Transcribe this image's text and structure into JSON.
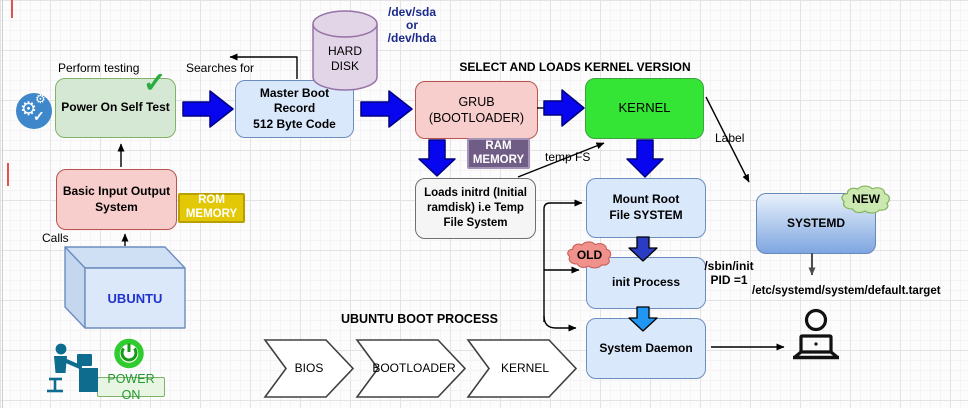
{
  "diagram_title": "UBUNTU BOOT PROCESS",
  "header": "SELECT AND LOADS KERNEL VERSION",
  "nodes": {
    "post": "Power On Self Test",
    "mbr": "Master Boot Record\n512 Byte Code",
    "hard_disk": "HARD\nDISK",
    "grub": "GRUB\n(BOOTLOADER)",
    "kernel": "KERNEL",
    "ram_memory": "RAM\nMEMORY",
    "loads_initrd": "Loads initrd (Initial\nramdisk) i.e Temp\nFile System",
    "mount_root": "Mount Root\nFile SYSTEM",
    "init_process": "init Process",
    "system_daemon": "System Daemon",
    "systemd": "SYSTEMD",
    "bios": "Basic Input Output\nSystem",
    "rom_memory": "ROM\nMEMORY",
    "ubuntu": "UBUNTU",
    "power_on": "POWER ON"
  },
  "labels": {
    "perform_testing": "Perform testing",
    "searches_for": "Searches for",
    "dev_path": "/dev/sda\nor\n/dev/hda",
    "temp_fs": "temp FS",
    "label": "Label",
    "calls": "Calls",
    "sbin_init": "/sbin/init\nPID =1",
    "default_target": "/etc/systemd/system/default.target",
    "old": "OLD",
    "new": "NEW",
    "check": "✓"
  },
  "chevrons": [
    "BIOS",
    "BOOTLOADER",
    "KERNEL"
  ],
  "icons": {
    "gear_badge": "⚙",
    "gear_small": "⚙",
    "gear_check": "✓"
  },
  "palette": {
    "arrow_blue": "#0806ee",
    "arrow_outline": "#000080",
    "node_green": "#d5e8d4",
    "node_blue": "#dae8fc",
    "node_pink": "#f8cecc",
    "kernel_green": "#35e535",
    "systemd_blue": "#7ea6e0",
    "ram_purple": "#6f5d85",
    "rom_yellow": "#e3c905",
    "cloud_old": "#f0918c",
    "cloud_new": "#cbe8b0",
    "dev_path_text": "#1b2a8a",
    "ubuntu_text": "#2233cc",
    "power_green": "#2fcb2f",
    "person_teal": "#0e6c8e"
  }
}
